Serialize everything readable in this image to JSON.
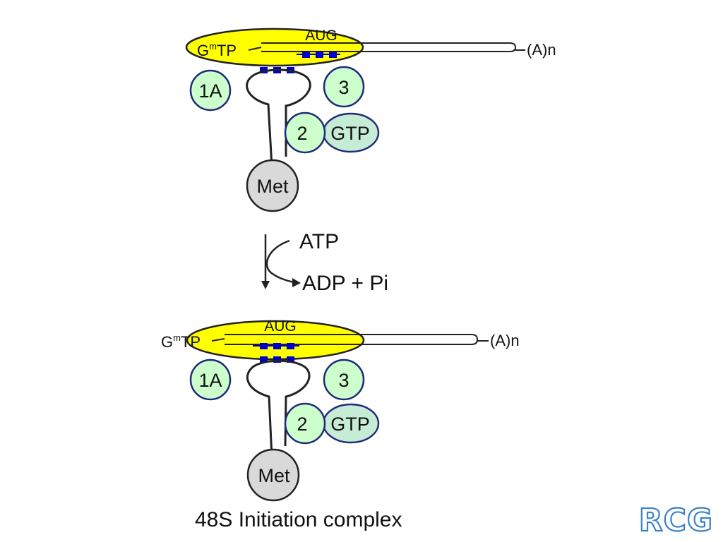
{
  "complex_top": {
    "cap_label": "G",
    "cap_superscript": "m",
    "cap_suffix": "TP",
    "start_codon": "AUG",
    "poly_a": "(A)n",
    "factor_1a": "1A",
    "factor_3": "3",
    "factor_2": "2",
    "gtp": "GTP",
    "met": "Met"
  },
  "reaction": {
    "input": "ATP",
    "output": "ADP + Pi"
  },
  "complex_bottom": {
    "cap_label": "G",
    "cap_superscript": "m",
    "cap_suffix": "TP",
    "start_codon": "AUG",
    "poly_a": "(A)n",
    "factor_1a": "1A",
    "factor_3": "3",
    "factor_2": "2",
    "gtp": "GTP",
    "met": "Met"
  },
  "caption": "48S Initiation complex",
  "logo": "RCG",
  "colors": {
    "ribosome_fill": "#ffff00",
    "factor_fill": "#ccffcc",
    "gtp_fill": "#c6ecd6",
    "factor_stroke": "#1f2a7a",
    "codon_blue": "#0000cc",
    "met_fill": "#d9d9d9",
    "logo_stroke": "#3b82c4"
  }
}
